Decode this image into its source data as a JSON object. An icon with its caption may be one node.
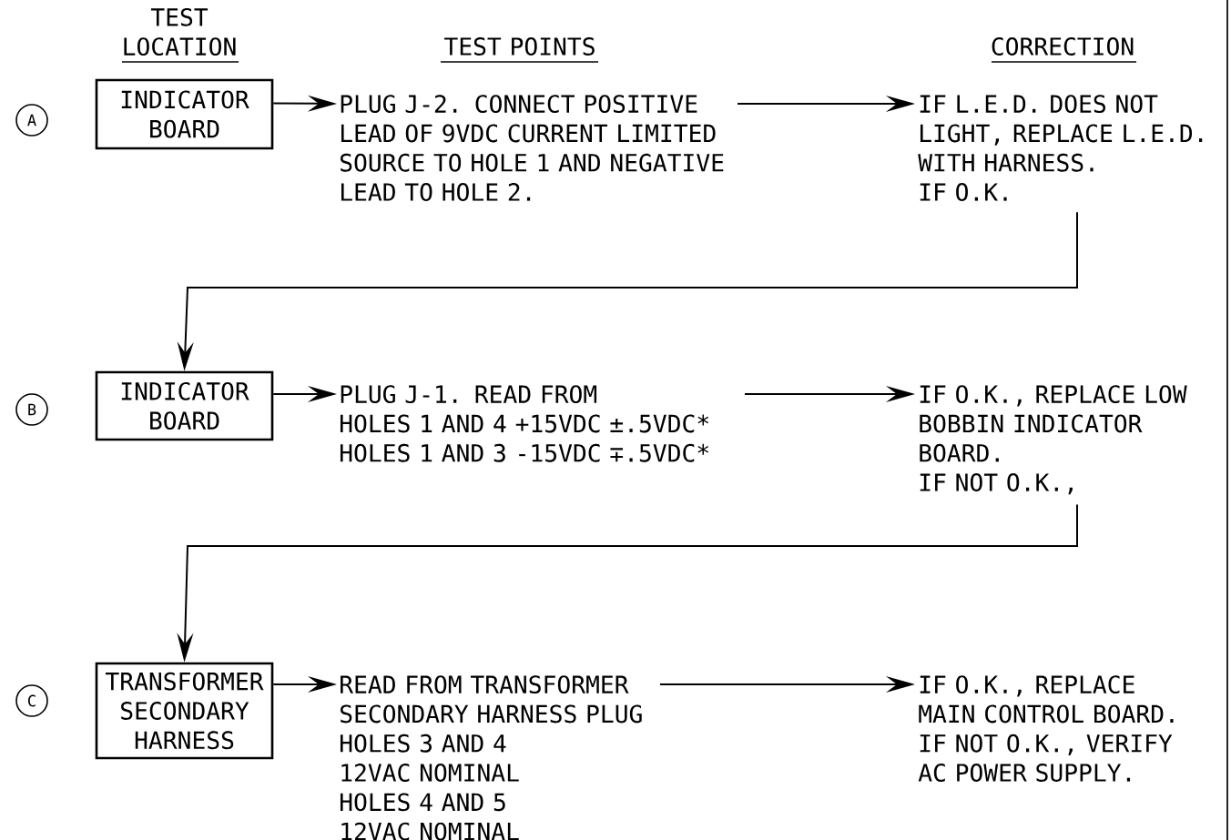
{
  "diagram": {
    "nodes": [
      {
        "text": [
          "A"
        ]
      },
      {
        "text": [
          "INDICATOR BOARD"
        ]
      },
      {
        "text": [
          "PLUG J-2. CONNECT POSITIVE LEAD OF 9VDC CURRENT LIMITED SOURCE TO HOLE 1 AND NEGATIVE LEAD TO HOLE 2."
        ]
      },
      {
        "text": [
          "IF L.E.D. DOES NOT LIGHT, REPLACE L.E.D. WITH HARNESS.",
          "IF O.K."
        ]
      },
      {
        "text": [
          "B"
        ]
      },
      {
        "text": [
          "INDICATOR BOARD"
        ]
      },
      {
        "text": [
          "PLUG J-1. READ FROM",
          "HOLES 1 AND 4 +15VDC ±.5VDC*",
          "HOLES 1 AND 3 -15VDC ∓.5VDC*"
        ]
      },
      {
        "text": [
          "IF O.K., REPLACE LOW BOBBIN INDICATOR BOARD.",
          "IF NOT O.K.,"
        ]
      },
      {
        "text": [
          "C"
        ]
      },
      {
        "text": [
          "TRANSFORMER SECONDARY HARNESS"
        ]
      },
      {
        "text": [
          "READ FROM TRANSFORMER SECONDARY HARNESS PLUG",
          "HOLES 3 AND 4",
          "12VAC NOMINAL",
          "HOLES 4 AND 5",
          "12VAC NOMINAL"
        ]
      },
      {
        "text": [
          "IF O.K., REPLACE MAIN CONTROL BOARD.",
          "IF NOT O.K., VERIFY AC POWER SUPPLY."
        ]
      }
    ],
    "edges": [
      {
        "from": 1,
        "to": 2,
        "arrow": "to"
      },
      {
        "from": 2,
        "to": 3,
        "arrow": "to"
      },
      {
        "from": 3,
        "to": 5,
        "arrow": "to"
      },
      {
        "from": 5,
        "to": 6,
        "arrow": "to"
      },
      {
        "from": 6,
        "to": 7,
        "arrow": "to"
      },
      {
        "from": 7,
        "to": 9,
        "arrow": "to"
      },
      {
        "from": 9,
        "to": 10,
        "arrow": "to"
      },
      {
        "from": 10,
        "to": 11,
        "arrow": "to"
      }
    ],
    "labels": [
      "TEST LOCATION",
      "TEST POINTS",
      "CORRECTION"
    ]
  }
}
